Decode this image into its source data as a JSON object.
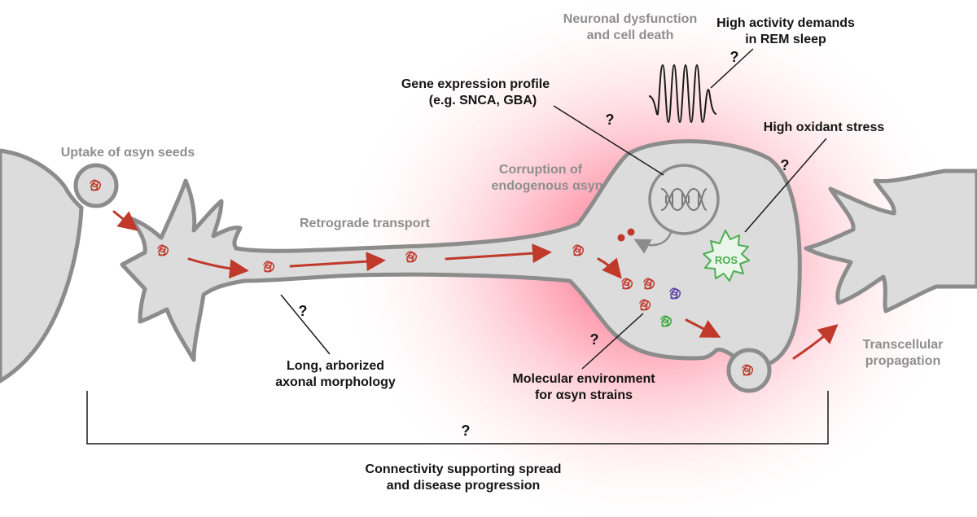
{
  "labels": {
    "uptake": "Uptake of αsyn seeds",
    "retrograde": "Retrograde transport",
    "corruption_line1": "Corruption of",
    "corruption_line2": "endogenous αsyn",
    "neuronal_line1": "Neuronal dysfunction",
    "neuronal_line2": "and cell death",
    "high_activity_line1": "High activity demands",
    "high_activity_line2": "in REM sleep",
    "gene_line1": "Gene expression profile",
    "gene_line2": "(e.g. SNCA, GBA)",
    "oxidant": "High oxidant stress",
    "transcellular_line1": "Transcellular",
    "transcellular_line2": "propagation",
    "axonal_line1": "Long, arborized",
    "axonal_line2": "axonal morphology",
    "molecular_line1": "Molecular environment",
    "molecular_line2": "for  αsyn strains",
    "connectivity_line1": "Connectivity supporting spread",
    "connectivity_line2": "and disease progression",
    "ros": "ROS"
  },
  "question_mark": "?",
  "colors": {
    "cell_fill": "#dcdcdc",
    "cell_stroke": "#8c8c8c",
    "glow": "#ff4d6d",
    "arrow": "#c0392b",
    "aggregate": "#c0392b",
    "strain_purple": "#5b3fa8",
    "strain_green": "#3aa83a",
    "ros_green": "#4caf50",
    "dark_text": "#141414",
    "grey_text": "#8e8e8e"
  },
  "icons": [
    "dna-helix-icon",
    "ros-burst-icon",
    "eeg-wave-icon",
    "alpha-synuclein-aggregate-icon"
  ]
}
